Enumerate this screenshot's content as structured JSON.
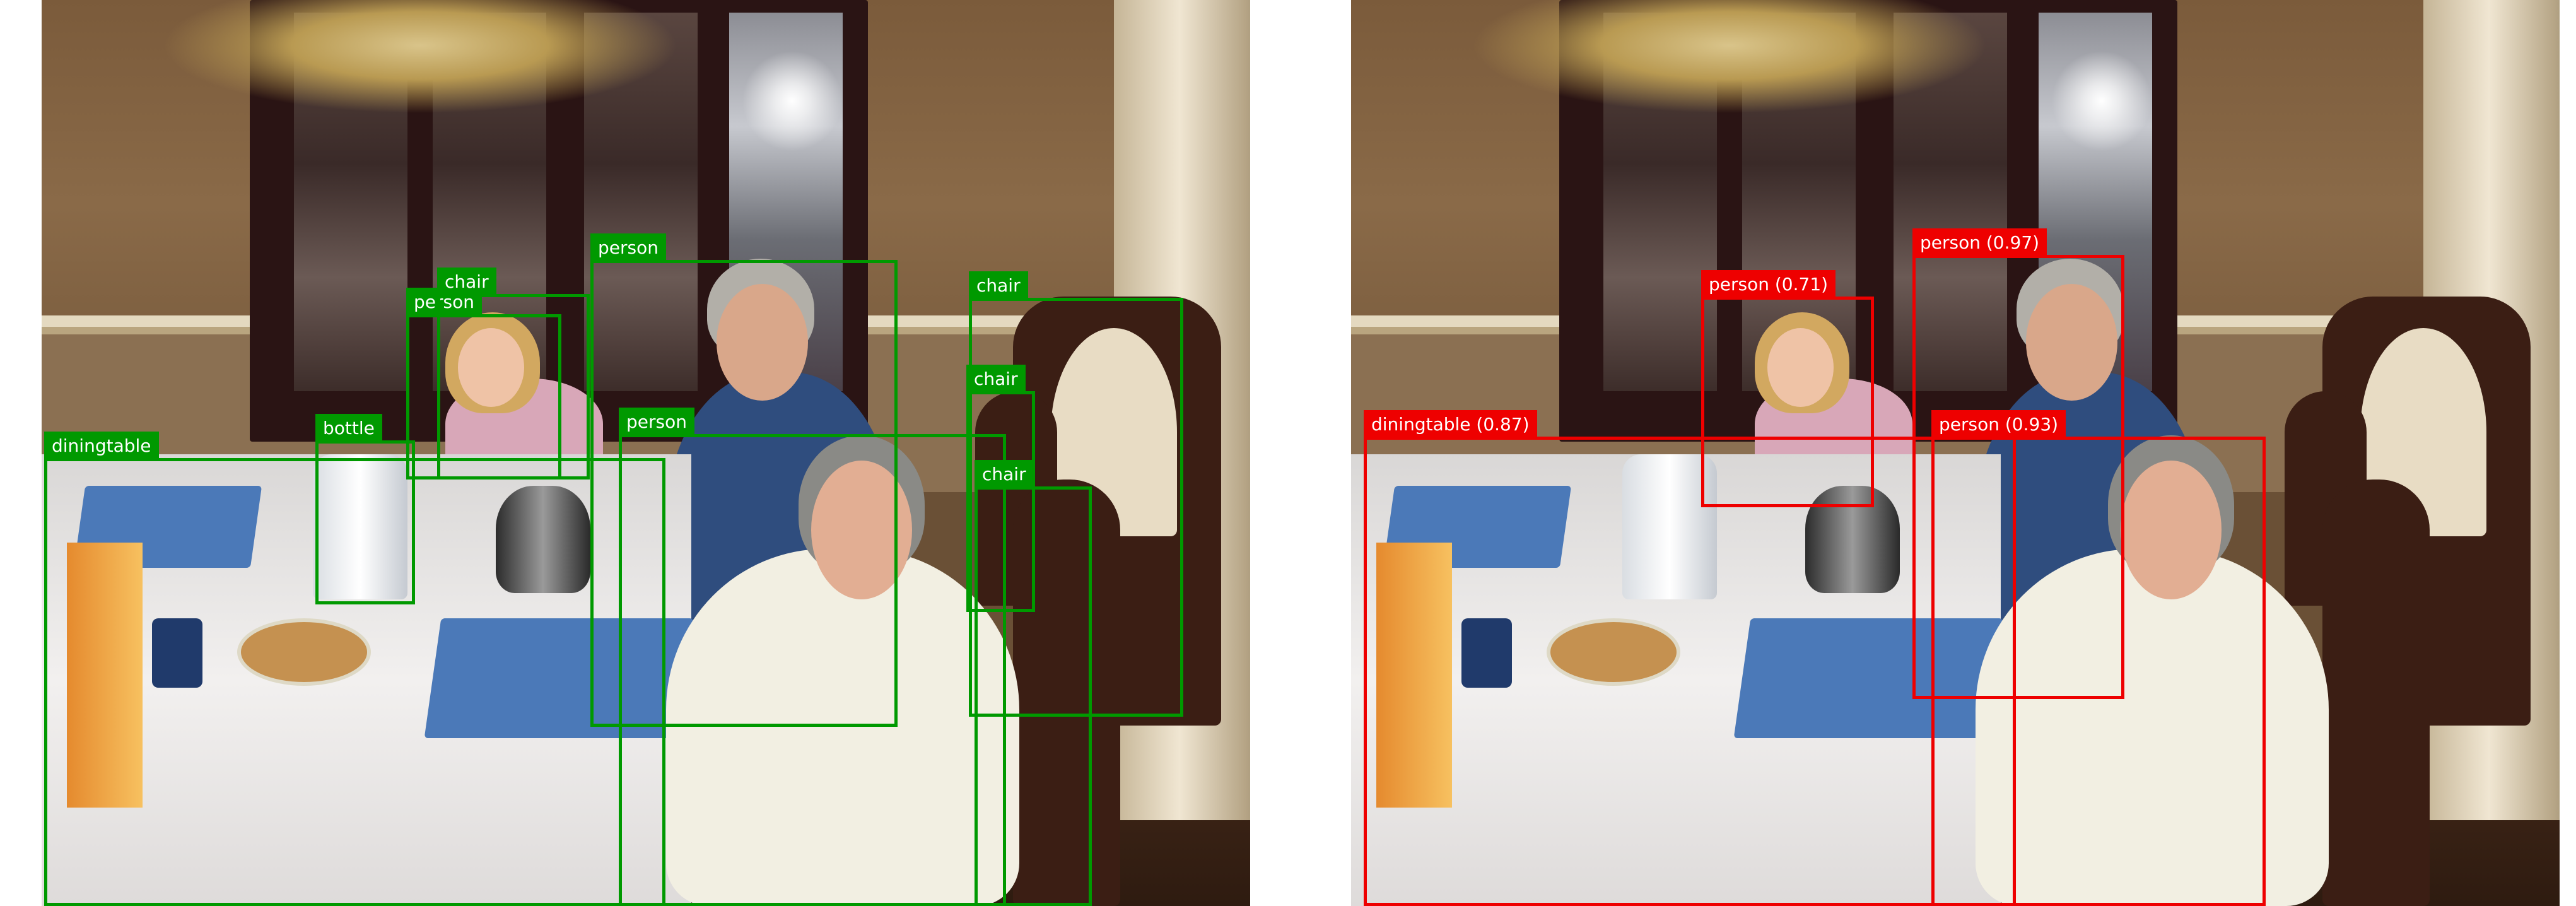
{
  "colors": {
    "ground_truth": "#009900",
    "prediction": "#ee0000"
  },
  "left_panel": {
    "detections": [
      {
        "label": "diningtable"
      },
      {
        "label": "bottle"
      },
      {
        "label": "person"
      },
      {
        "label": "chair"
      },
      {
        "label": "person"
      },
      {
        "label": "person"
      },
      {
        "label": "chair"
      },
      {
        "label": "chair"
      },
      {
        "label": "chair"
      }
    ]
  },
  "right_panel": {
    "detections": [
      {
        "label": "diningtable (0.87)",
        "score": 0.87
      },
      {
        "label": "person (0.71)",
        "score": 0.71
      },
      {
        "label": "person (0.97)",
        "score": 0.97
      },
      {
        "label": "person (0.93)",
        "score": 0.93
      }
    ]
  }
}
